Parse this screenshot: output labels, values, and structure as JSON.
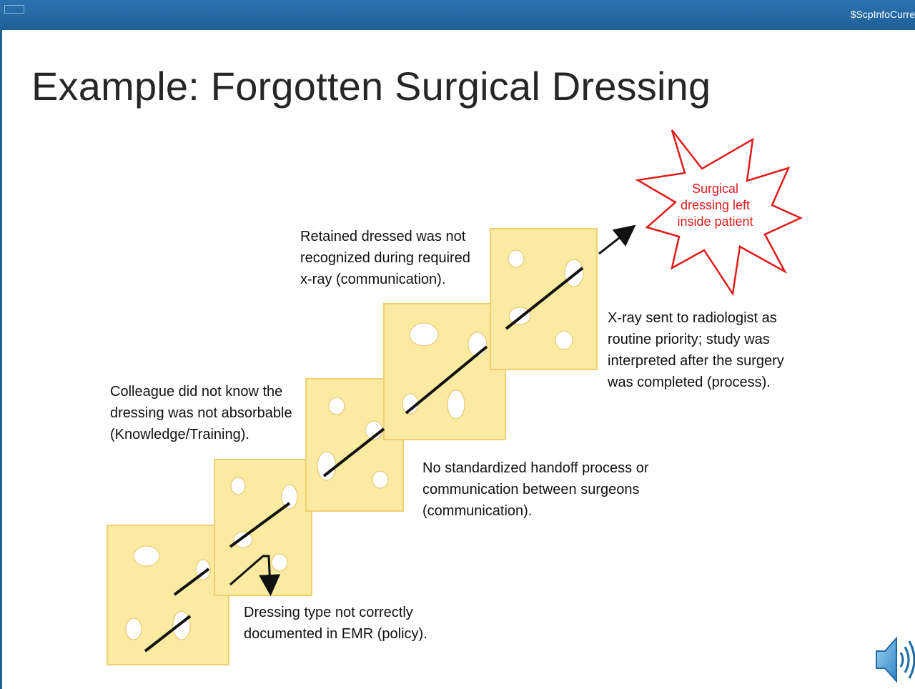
{
  "header": {
    "info_text": "$ScpInfoCurre"
  },
  "slide": {
    "title": "Example: Forgotten Surgical Dressing"
  },
  "outcome": {
    "lines": [
      "Surgical",
      "dressing left",
      "inside patient"
    ],
    "color": "#e01b1b"
  },
  "notes": {
    "retained": [
      "Retained dressed was not",
      "recognized during required",
      "x-ray (communication)."
    ],
    "xray": [
      "X-ray sent to radiologist as",
      "routine priority; study was",
      "interpreted after the surgery",
      "was completed (process)."
    ],
    "colleague": [
      "Colleague did not know the",
      "dressing was not absorbable",
      "(Knowledge/Training)."
    ],
    "handoff": [
      "No standardized handoff process or",
      "communication between surgeons",
      "(communication)."
    ],
    "dressing": [
      "Dressing type not correctly",
      "documented in EMR (policy)."
    ]
  },
  "icons": {
    "speaker": "speaker-icon",
    "burst": "starburst-icon"
  },
  "colors": {
    "cheese": "#fbeaa2",
    "cheese_border": "#f0cf72",
    "title_bar": "#1f5f98"
  }
}
